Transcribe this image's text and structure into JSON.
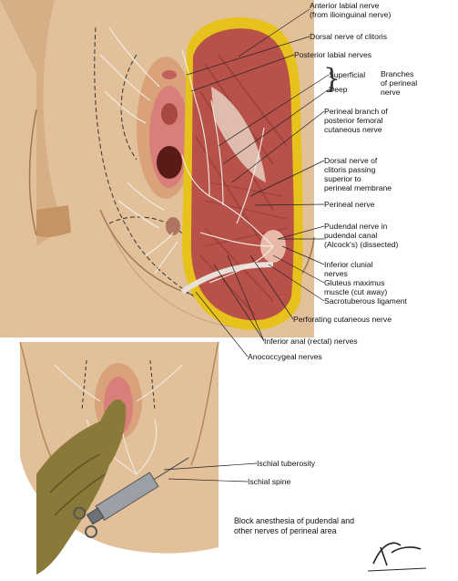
{
  "labels": {
    "anterior_labial": [
      "Anterior labial nerve",
      "(from ilioinguinal nerve)"
    ],
    "dorsal_clitoris": "Dorsal nerve of clitoris",
    "posterior_labial": "Posterior labial nerves",
    "superficial": "Superficial",
    "deep": "Deep",
    "branches_perineal": [
      "Branches",
      "of perineal",
      "nerve"
    ],
    "perineal_branch_femoral": [
      "Perineal branch of",
      "posterior femoral",
      "cutaneous nerve"
    ],
    "dorsal_clitoris_passing": [
      "Dorsal nerve of",
      "clitoris passing",
      "superior to",
      "perineal membrane"
    ],
    "perineal_nerve": "Perineal nerve",
    "pudendal_canal": [
      "Pudendal nerve in",
      "pudendal canal",
      "(Alcock's) (dissected)"
    ],
    "inferior_clunial": [
      "Inferior clunial",
      "nerves"
    ],
    "gluteus_maximus": [
      "Gluteus maximus",
      "muscle (cut away)"
    ],
    "sacrotuberous": "Sacrotuberous ligament",
    "perforating": "Perforating cutaneous nerve",
    "inferior_anal": "Inferior anal (rectal) nerves",
    "anococcygeal": "Anococcygeal nerves",
    "ischial_tuberosity": "Ischial tuberosity",
    "ischial_spine": "Ischial spine"
  },
  "caption": [
    "Block anesthesia of pudendal and",
    "other nerves of perineal area"
  ],
  "signature": "F. Netter M.D.",
  "colors": {
    "skin": "#e2c19a",
    "skin_shadow": "#c99d74",
    "muscle": "#b8514a",
    "muscle_dark": "#8c3a34",
    "fat_border": "#e8c21c",
    "nerve": "#f2efe6",
    "mucosa": "#d97f7a",
    "glove": "#8a7a3a",
    "syringe": "#9aa0a6"
  }
}
